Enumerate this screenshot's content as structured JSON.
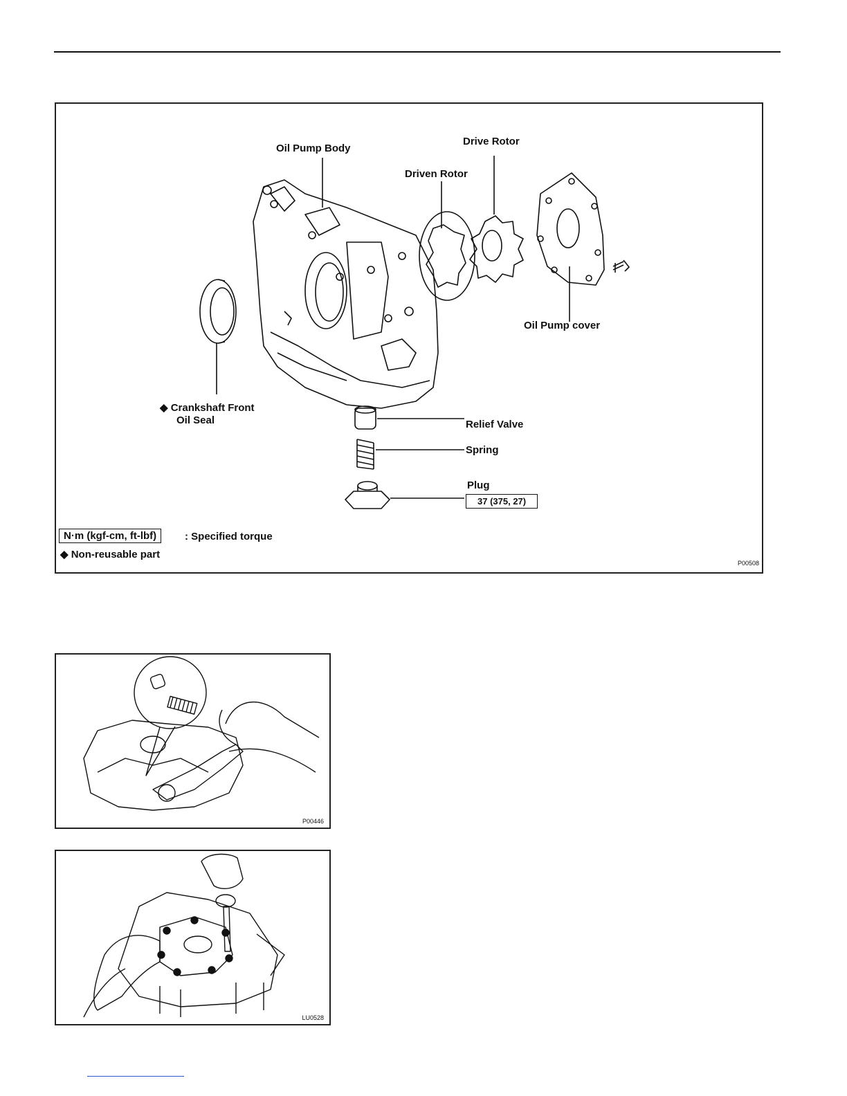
{
  "figure1": {
    "labels": {
      "oil_pump_body": "Oil Pump Body",
      "drive_rotor": "Drive Rotor",
      "driven_rotor": "Driven Rotor",
      "oil_pump_cover": "Oil Pump cover",
      "crankshaft_seal_line1": "Crankshaft Front",
      "crankshaft_seal_line2": "Oil Seal",
      "relief_valve": "Relief Valve",
      "spring": "Spring",
      "plug": "Plug",
      "plug_torque": "37 (375, 27)"
    },
    "legend": {
      "torque_box": "N·m (kgf-cm, ft-lbf)",
      "torque_text": ": Specified torque",
      "nonreusable_text": "Non-reusable part"
    },
    "code": "P00508"
  },
  "figure2": {
    "code": "P00446"
  },
  "figure3": {
    "code": "LU0528"
  }
}
